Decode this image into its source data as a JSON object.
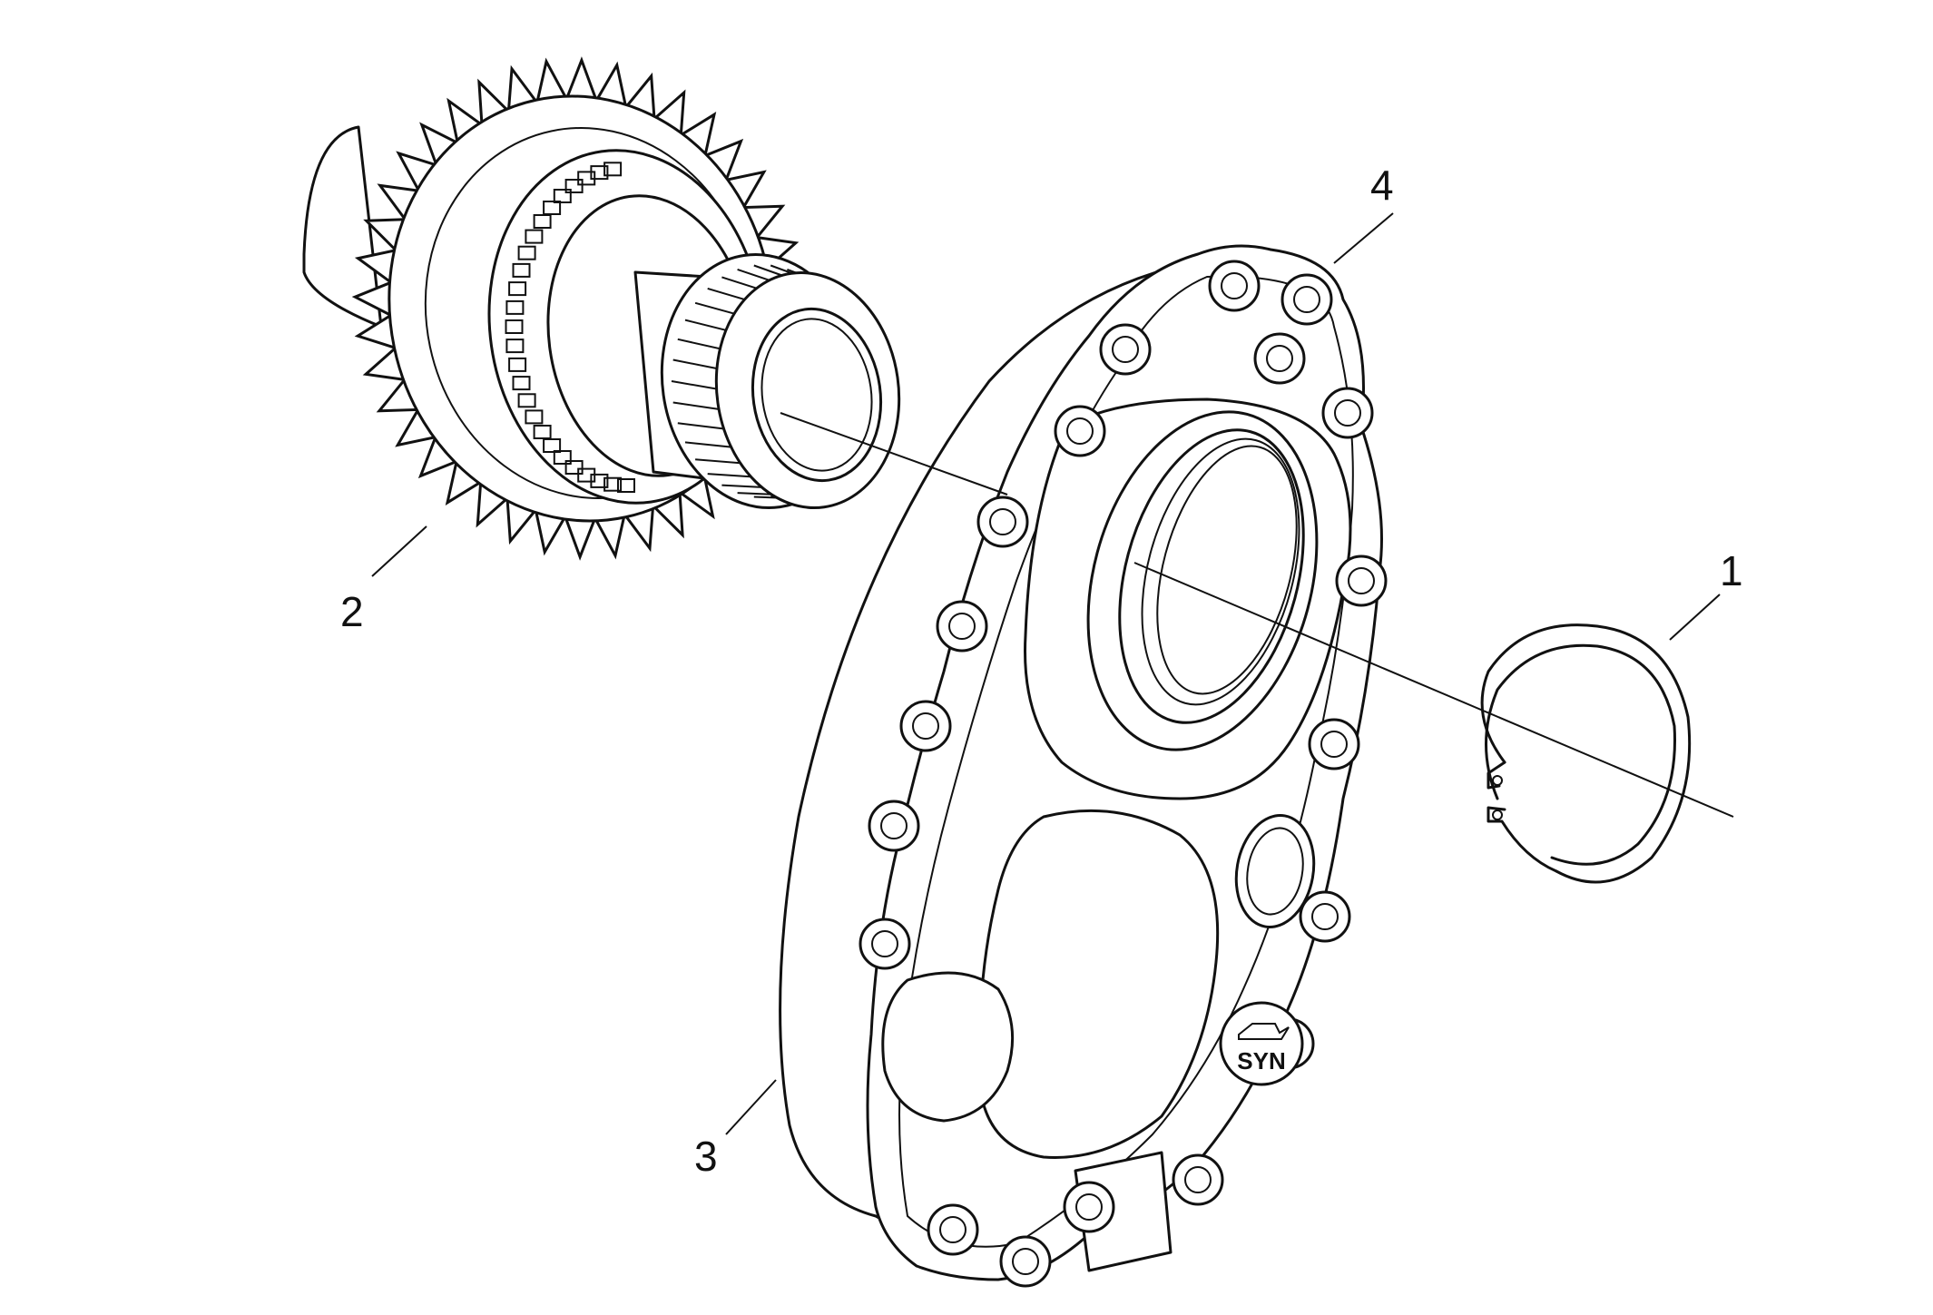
{
  "callouts": {
    "c1": "1",
    "c2": "2",
    "c3": "3",
    "c4": "4"
  },
  "logo": {
    "text": "SYN",
    "icon": "oil-can-icon"
  },
  "colors": {
    "line": "#111111",
    "background": "#ffffff"
  }
}
